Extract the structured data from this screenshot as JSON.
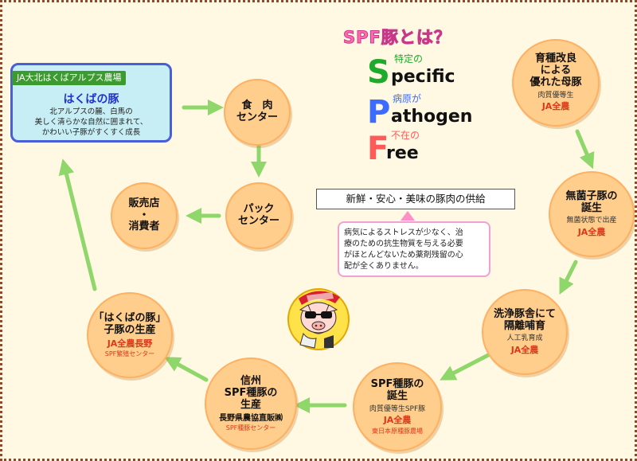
{
  "colors": {
    "circle_fill": "#ffcd8c",
    "accent_green": "#8fd66b",
    "accent_pink": "#ff6bb2",
    "specific_green": "#1eaa2b",
    "pathogen_blue": "#3b6cff",
    "free_red": "#ff5a5a",
    "org_red": "#d83a1a"
  },
  "spf": {
    "title": "SPF豚とは？",
    "specific": {
      "letter": "S",
      "rest": "pecific",
      "jp": "特定の"
    },
    "pathogen": {
      "letter": "P",
      "rest": "athogen",
      "jp": "病原が"
    },
    "free": {
      "letter": "F",
      "rest": "ree",
      "jp": "不在の"
    }
  },
  "farm": {
    "label": "JA大北はくばアルプス農場",
    "title": "はくばの豚",
    "description": "北アルプスの麓、白馬の\n美しく清らかな自然に囲まれて、\nかわいい子豚がすくすく成長"
  },
  "tagline": "新鮮・安心・美味の豚肉の供給",
  "note": "病気によるストレスが少なく、治\n療のための抗生物質を与える必要\nがほとんどないため薬剤残留の心\n配が全くありません。",
  "nodes": {
    "meat_center": {
      "main": "食　肉\nセンター"
    },
    "pack_center": {
      "main": "パック\nセンター"
    },
    "retail": {
      "main": "販売店\n・\n消費者"
    },
    "breeding": {
      "main": "育種改良\nによる\n優れた母豚",
      "sub": "肉質優等生",
      "org": "JA全農"
    },
    "germfree": {
      "main": "無菌子豚の\n誕生",
      "sub": "無菌状態で出産",
      "org": "JA全農"
    },
    "isolation": {
      "main": "洗浄豚舎にて\n隔離哺育",
      "sub": "人工乳育成",
      "org": "JA全農"
    },
    "spf_birth": {
      "main": "SPF種豚の\n誕生",
      "sub": "肉質優等生SPF豚",
      "org": "JA全農",
      "org2": "東日本原種豚農場"
    },
    "shinshu": {
      "main": "信州\nSPF種豚の\n生産",
      "sub": "長野県農協直販㈱",
      "org2": "SPF種豚センター"
    },
    "piglet": {
      "main": "「はくばの豚」\n子豚の生産",
      "org": "JA全農長野",
      "org2": "SPF繁殖センター"
    }
  }
}
